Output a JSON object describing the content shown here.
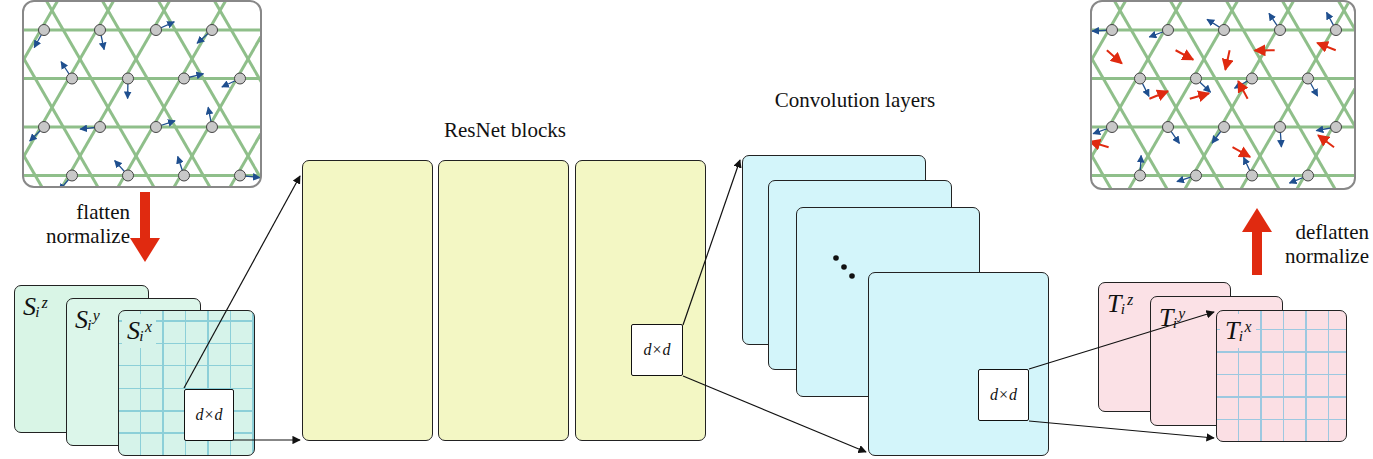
{
  "diagram": {
    "nodes": [
      {
        "text": [
          "Sᵢᶻ"
        ]
      },
      {
        "text": [
          "Sᵢʸ"
        ]
      },
      {
        "text": [
          "Sᵢˣ"
        ]
      },
      {
        "text": [
          "d×d"
        ],
        "in": 2
      },
      {
        "text": [
          "d×d"
        ]
      },
      {
        "text": [
          "d×d"
        ]
      },
      {
        "text": [
          "Tᵢᶻ"
        ]
      },
      {
        "text": [
          "Tᵢʸ"
        ]
      },
      {
        "text": [
          "Tᵢˣ"
        ]
      }
    ],
    "edges": [
      {
        "from": 5,
        "to": 8,
        "arrow": "to"
      }
    ],
    "labels": [
      "flatten normalize",
      "ResNet blocks",
      "Convolution layers",
      "deflatten normalize"
    ]
  }
}
